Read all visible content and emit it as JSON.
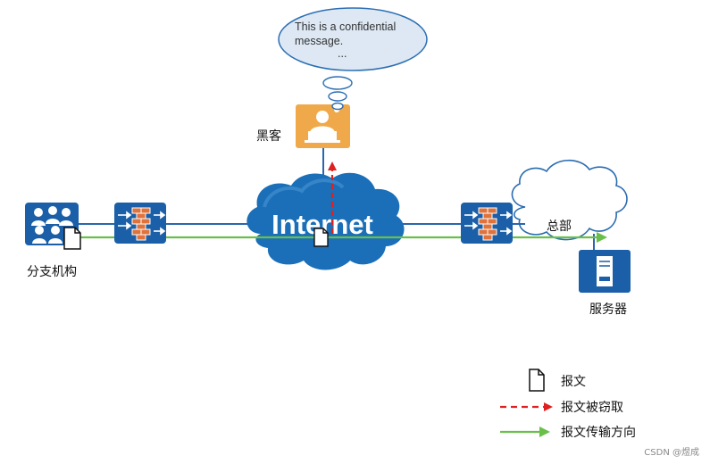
{
  "bubble": {
    "line1": "This is a confidential",
    "line2": "message.",
    "line3": "..."
  },
  "hacker": {
    "label": "黑客"
  },
  "internet": {
    "label": "Internet"
  },
  "branch": {
    "label": "分支机构"
  },
  "hq": {
    "label": "总部"
  },
  "server": {
    "label": "服务器"
  },
  "legend": {
    "message": "报文",
    "stolen": "报文被窃取",
    "transfer": "报文传输方向"
  },
  "watermark": "CSDN @煜成",
  "colors": {
    "brand_blue": "#1a5fa8",
    "link_blue": "#2a66ad",
    "hacker_orange": "#f0a94a",
    "firewall_brick": "#e0733c",
    "stolen_red": "#e02020",
    "transfer_green": "#6abf4b",
    "bubble_fill": "#dde8f4",
    "bubble_stroke": "#2c6fb3"
  },
  "icons": [
    "users-icon",
    "firewall-icon",
    "hacker-icon",
    "server-icon",
    "document-icon",
    "cloud-icon"
  ]
}
